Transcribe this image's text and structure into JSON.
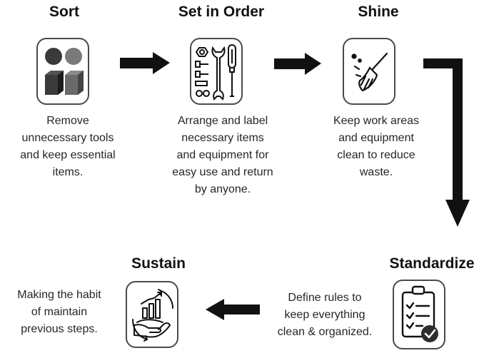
{
  "steps": [
    {
      "title": "Sort",
      "description": "Remove\nunnecessary tools\nand keep essential\nitems.",
      "icon": "circles-and-cubes-icon"
    },
    {
      "title": "Set in Order",
      "description": "Arrange and label\nnecessary items\nand equipment for\neasy use and return\nby anyone.",
      "icon": "tools-icon"
    },
    {
      "title": "Shine",
      "description": "Keep work areas\nand equipment\nclean to reduce\nwaste.",
      "icon": "broom-icon"
    },
    {
      "title": "Standardize",
      "description": "Define rules to\nkeep everything\nclean & organized.",
      "icon": "clipboard-check-icon"
    },
    {
      "title": "Sustain",
      "description": "Making the habit\nof maintain\nprevious steps.",
      "icon": "hand-growth-chart-icon"
    }
  ],
  "colors": {
    "dark_fill": "#3a3a3a",
    "mid_fill": "#707070",
    "line": "#111111",
    "border": "#4a4a4a"
  }
}
